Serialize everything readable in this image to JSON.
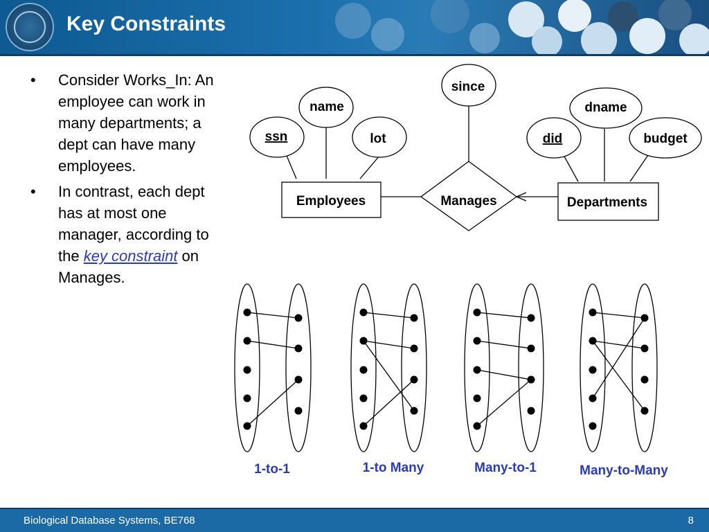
{
  "slide": {
    "title": "Key Constraints",
    "bullets": [
      {
        "text": "Consider Works_In: An employee can work in many departments; a dept can have many employees."
      },
      {
        "pre": "In contrast, each dept has at most one manager, according to the ",
        "link": "key constraint",
        "post": " on Manages."
      }
    ],
    "bullet_symbol": "•"
  },
  "diagram": {
    "entities": {
      "employees": "Employees",
      "departments": "Departments"
    },
    "relationship": "Manages",
    "attributes": {
      "ssn": "ssn",
      "name": "name",
      "lot": "lot",
      "since": "since",
      "did": "did",
      "dname": "dname",
      "budget": "budget"
    },
    "key_attributes": [
      "ssn",
      "did"
    ],
    "cardinality_labels": [
      "1-to-1",
      "1-to Many",
      "Many-to-1",
      "Many-to-Many"
    ],
    "label_color": "#2b3bb0"
  },
  "footer": {
    "course": "Biological Database Systems, BE768",
    "page_number": "8"
  },
  "colors": {
    "header": "#1b70ad",
    "footer": "#1b6aa6",
    "link": "#2b3bb0"
  }
}
